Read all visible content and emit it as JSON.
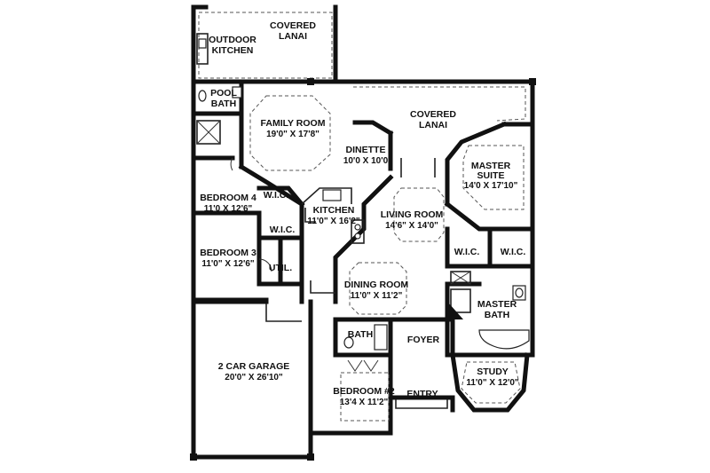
{
  "rooms": {
    "covered_lanai_top": {
      "line1": "COVERED",
      "line2": "LANAI"
    },
    "outdoor_kitchen": {
      "line1": "OUTDOOR",
      "line2": "KITCHEN"
    },
    "pool_bath": {
      "line1": "POOL",
      "line2": "BATH"
    },
    "family_room": {
      "name": "FAMILY ROOM",
      "dim": "19'0\" X 17'8\""
    },
    "covered_lanai_right": {
      "line1": "COVERED",
      "line2": "LANAI"
    },
    "dinette": {
      "name": "DINETTE",
      "dim": "10'0 X 10'0"
    },
    "master_suite": {
      "line1": "MASTER",
      "line2": "SUITE",
      "dim": "14'0 X 17'10\""
    },
    "bedroom_4": {
      "name": "BEDROOM 4",
      "dim": "11'0 X 12'6\""
    },
    "wic_bed4": {
      "name": "W.I.C."
    },
    "kitchen": {
      "name": "KITCHEN",
      "dim": "11'0\" X 16'2\""
    },
    "living_room": {
      "name": "LIVING ROOM",
      "dim": "14'6\" X 14'0\""
    },
    "wic_bed3": {
      "name": "W.I.C."
    },
    "bedroom_3": {
      "name": "BEDROOM 3",
      "dim": "11'0\" X 12'6\""
    },
    "util": {
      "name": "UTIL."
    },
    "wic_master_left": {
      "name": "W.I.C."
    },
    "wic_master_right": {
      "name": "W.I.C."
    },
    "dining_room": {
      "name": "DINING ROOM",
      "dim": "11'0\" X 11'2\""
    },
    "master_bath": {
      "line1": "MASTER",
      "line2": "BATH"
    },
    "bath": {
      "name": "BATH"
    },
    "foyer": {
      "name": "FOYER"
    },
    "garage": {
      "name": "2 CAR GARAGE",
      "dim": "20'0\" X 26'10\""
    },
    "study": {
      "name": "STUDY",
      "dim": "11'0\" X 12'0\""
    },
    "bedroom_2": {
      "name": "BEDROOM #2",
      "dim": "13'4 X 11'2\""
    },
    "entry": {
      "name": "ENTRY"
    }
  }
}
